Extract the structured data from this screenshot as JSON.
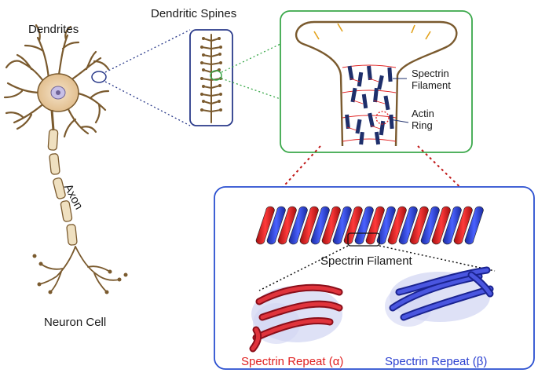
{
  "labels": {
    "dendrites": "Dendrites",
    "dendritic_spines": "Dendritic Spines",
    "axon": "Axon",
    "neuron_cell": "Neuron Cell",
    "spectrin_filament_line1": "Spectrin",
    "spectrin_filament_line2": "Filament",
    "actin_ring_line1": "Actin",
    "actin_ring_line2": "Ring",
    "spectrin_filament_caption": "Spectrin Filament",
    "spectrin_repeat_alpha": "Spectrin Repeat (α)",
    "spectrin_repeat_beta": "Spectrin Repeat (β)"
  },
  "colors": {
    "neuron": "#b8935a",
    "neuron_outline": "#7a5a2e",
    "spine_box": "#2a3a8a",
    "spine_zoom_box": "#3aa84a",
    "filament_box": "#2a4fd0",
    "spectrin_red": "#e01f1f",
    "spectrin_blue": "#2a3fd0",
    "actin": "#1e2f6b"
  }
}
